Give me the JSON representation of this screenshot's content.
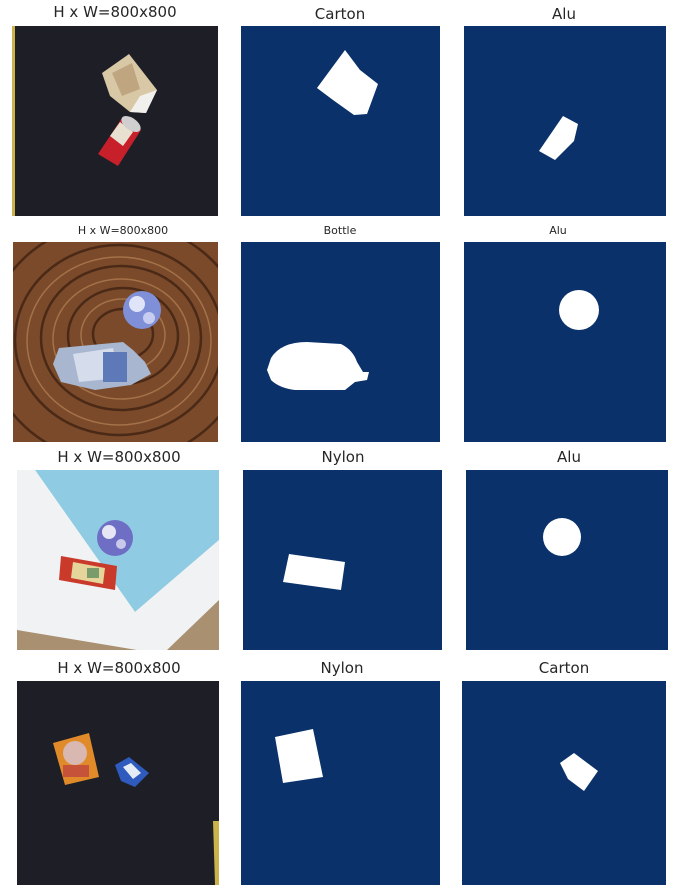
{
  "colors": {
    "mask_background": "#0a316a",
    "mask_foreground": "#ffffff"
  },
  "rows": [
    {
      "image_title": "H x W=800x800",
      "mask1_title": "Carton",
      "mask2_title": "Alu",
      "photo_description_icons": [
        "carton-box-icon",
        "soda-can-icon"
      ]
    },
    {
      "image_title": "H x W=800x800",
      "mask1_title": "Bottle",
      "mask2_title": "Alu",
      "photo_description_icons": [
        "bottle-icon",
        "foil-ball-icon"
      ]
    },
    {
      "image_title": "H x W=800x800",
      "mask1_title": "Nylon",
      "mask2_title": "Alu",
      "photo_description_icons": [
        "nylon-wrapper-icon",
        "foil-ball-icon"
      ]
    },
    {
      "image_title": "H x W=800x800",
      "mask1_title": "Nylon",
      "mask2_title": "Carton",
      "photo_description_icons": [
        "nylon-wrapper-icon",
        "carton-piece-icon"
      ]
    }
  ]
}
